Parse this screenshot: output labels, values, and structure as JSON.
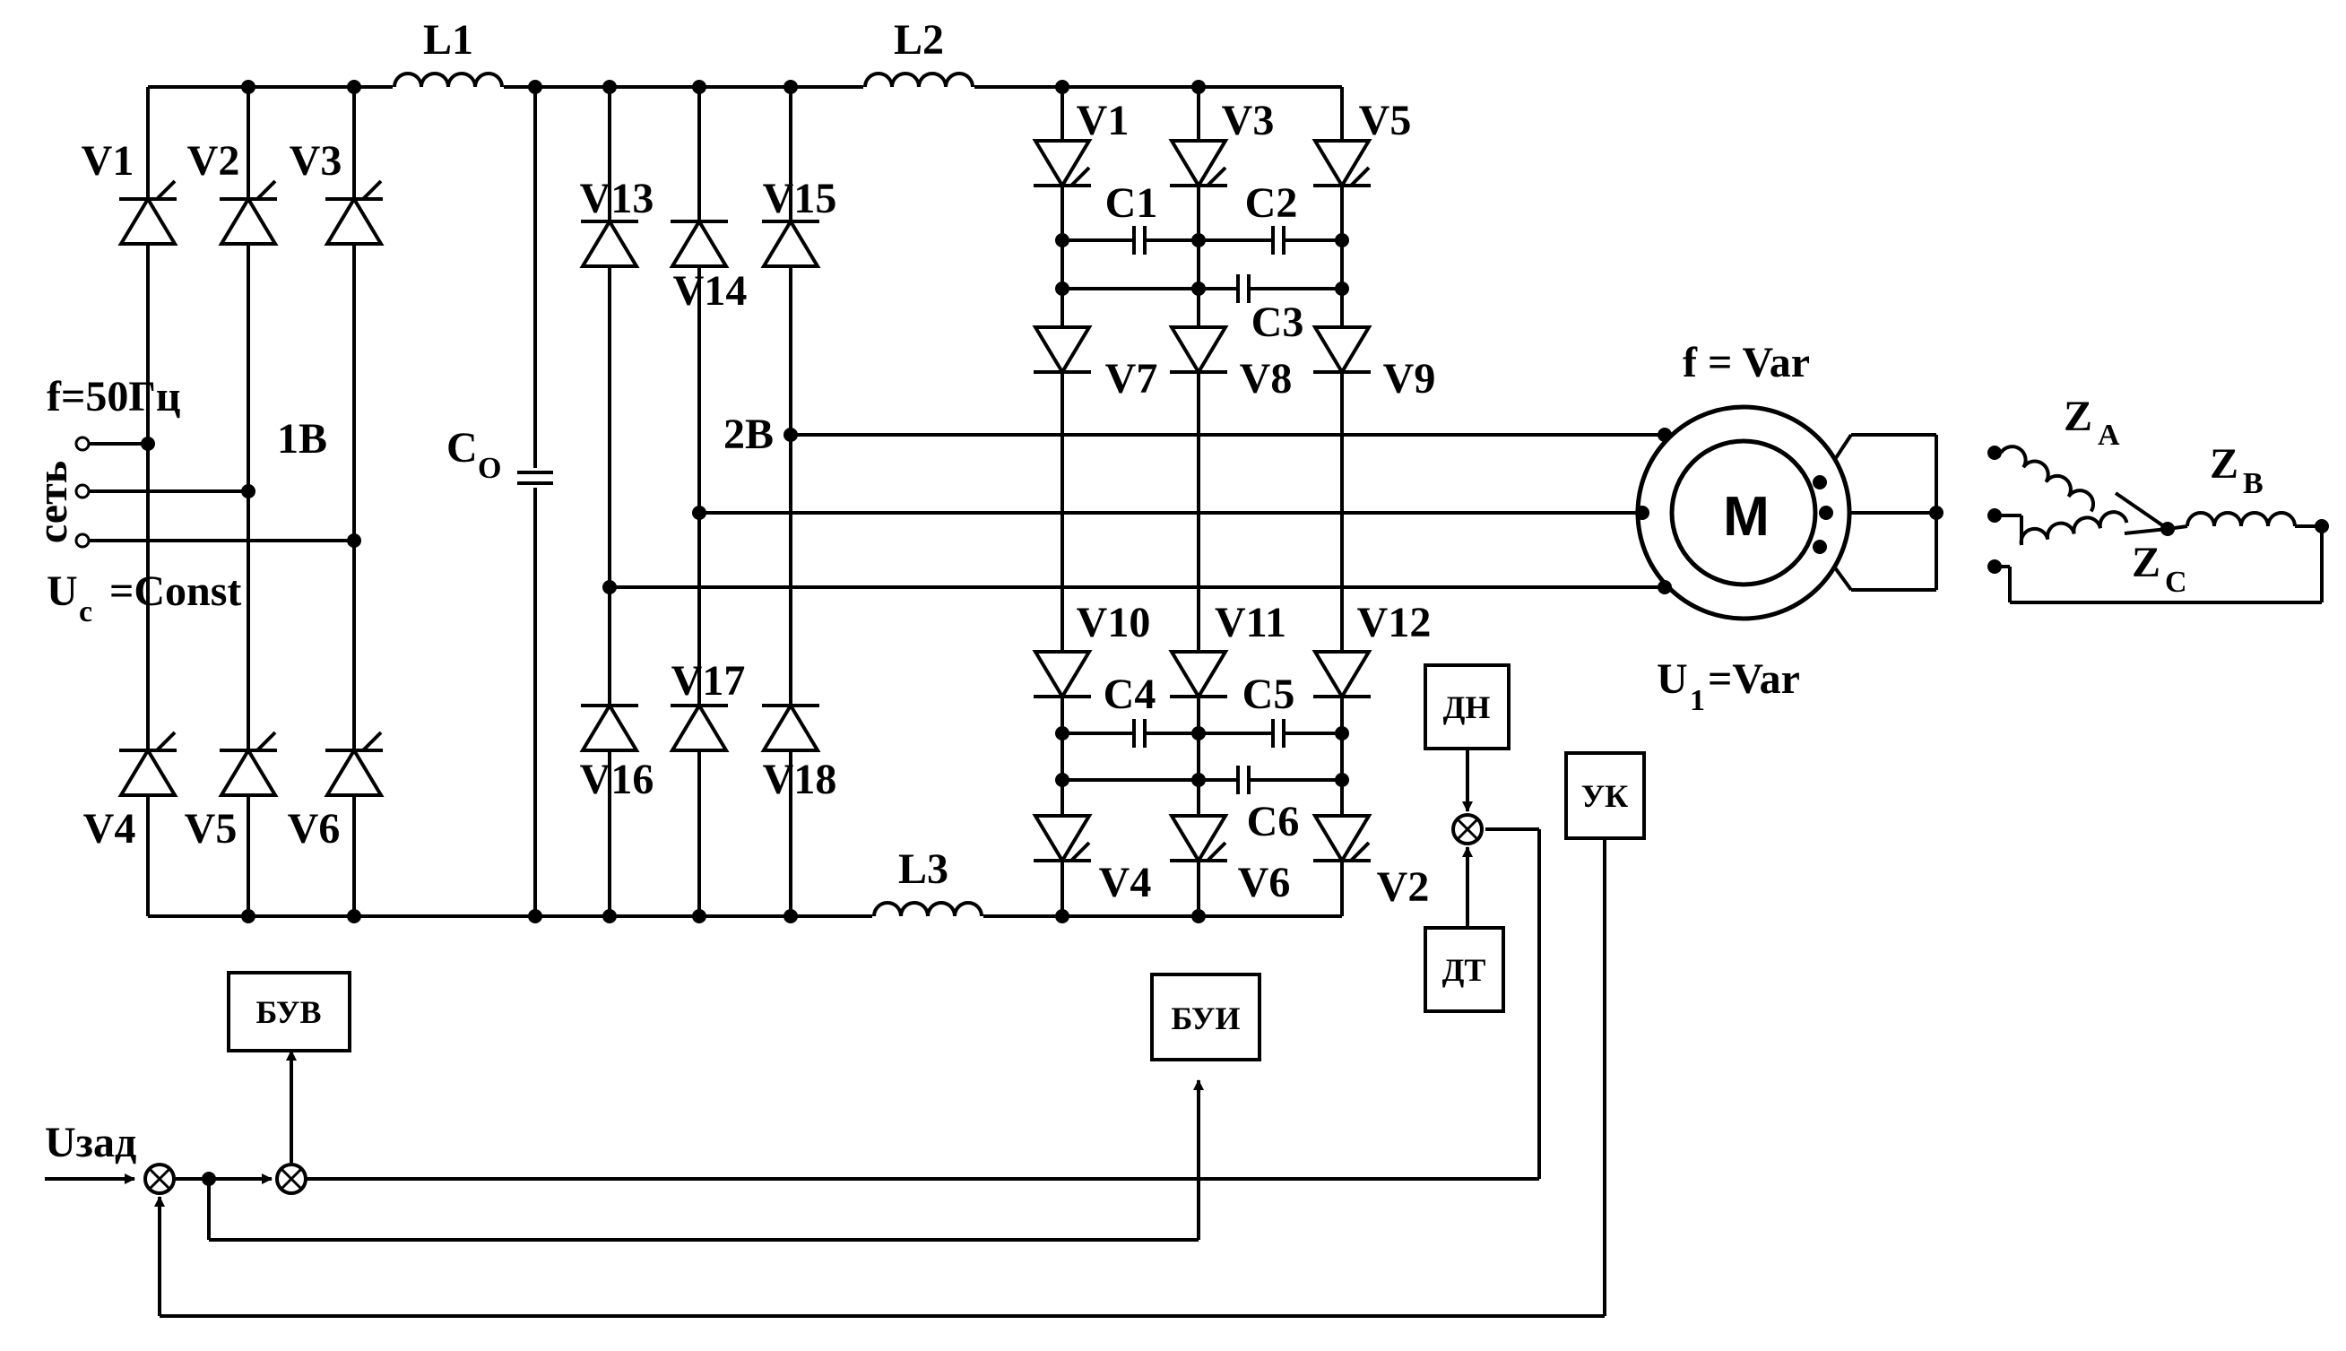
{
  "labels": {
    "L1": "L1",
    "L2": "L2",
    "L3": "L3",
    "rect_v1": "V1",
    "rect_v2": "V2",
    "rect_v3": "V3",
    "rect_v4": "V4",
    "rect_v5": "V5",
    "rect_v6": "V6",
    "v13": "V13",
    "v14": "V14",
    "v15": "V15",
    "v16": "V16",
    "v17": "V17",
    "v18": "V18",
    "inv_v1": "V1",
    "inv_v3": "V3",
    "inv_v5": "V5",
    "v7": "V7",
    "v8": "V8",
    "v9": "V9",
    "v10": "V10",
    "v11": "V11",
    "v12": "V12",
    "inv_v4": "V4",
    "inv_v6": "V6",
    "inv_v2": "V2",
    "c1": "C1",
    "c2": "C2",
    "c3": "C3",
    "c4": "C4",
    "c5": "C5",
    "c6": "C6",
    "co_main": "C",
    "co_sub": "O",
    "freq_in": "f=50Гц",
    "set": "сеть",
    "b1": "1B",
    "b2": "2B",
    "uc_main": "U",
    "uc_sub": "c",
    "uc_tail": " =Const",
    "f_var": "f = Var",
    "u1_main": "U",
    "u1_sub": "1",
    "u1_tail": "=Var",
    "motor": "M",
    "za_main": "Z",
    "za_sub": "A",
    "zb_main": "Z",
    "zb_sub": "B",
    "zc_main": "Z",
    "zc_sub": "C",
    "uzad": "Uзад"
  },
  "blocks": {
    "buv": "БУВ",
    "bui": "БУИ",
    "dn": "ДН",
    "dt": "ДТ",
    "uk": "УК"
  }
}
